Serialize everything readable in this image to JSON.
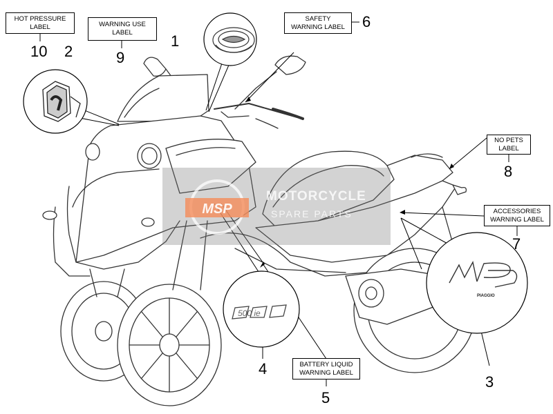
{
  "labels": {
    "hot_pressure": "HOT PRESSURE\nLABEL",
    "warning_use": "WARNING USE\nLABEL",
    "safety_warning": "SAFETY\nWARNING LABEL",
    "no_pets": "NO PETS\nLABEL",
    "accessories_warning": "ACCESSORIES\nWARNING LABEL",
    "battery_liquid": "BATTERY LIQUID\nWARNING LABEL"
  },
  "callouts": {
    "n1": "1",
    "n2": "2",
    "n3": "3",
    "n4": "4",
    "n5": "5",
    "n6": "6",
    "n7": "7",
    "n8": "8",
    "n9": "9",
    "n10": "10"
  },
  "decals": {
    "model_500": "500 ie",
    "mp3_logo": "MP3",
    "piaggio": "PIAGGIO"
  },
  "watermark": {
    "title": "MOTORCYCLE",
    "subtitle": "SPARE PARTS",
    "logo": "MSP"
  }
}
